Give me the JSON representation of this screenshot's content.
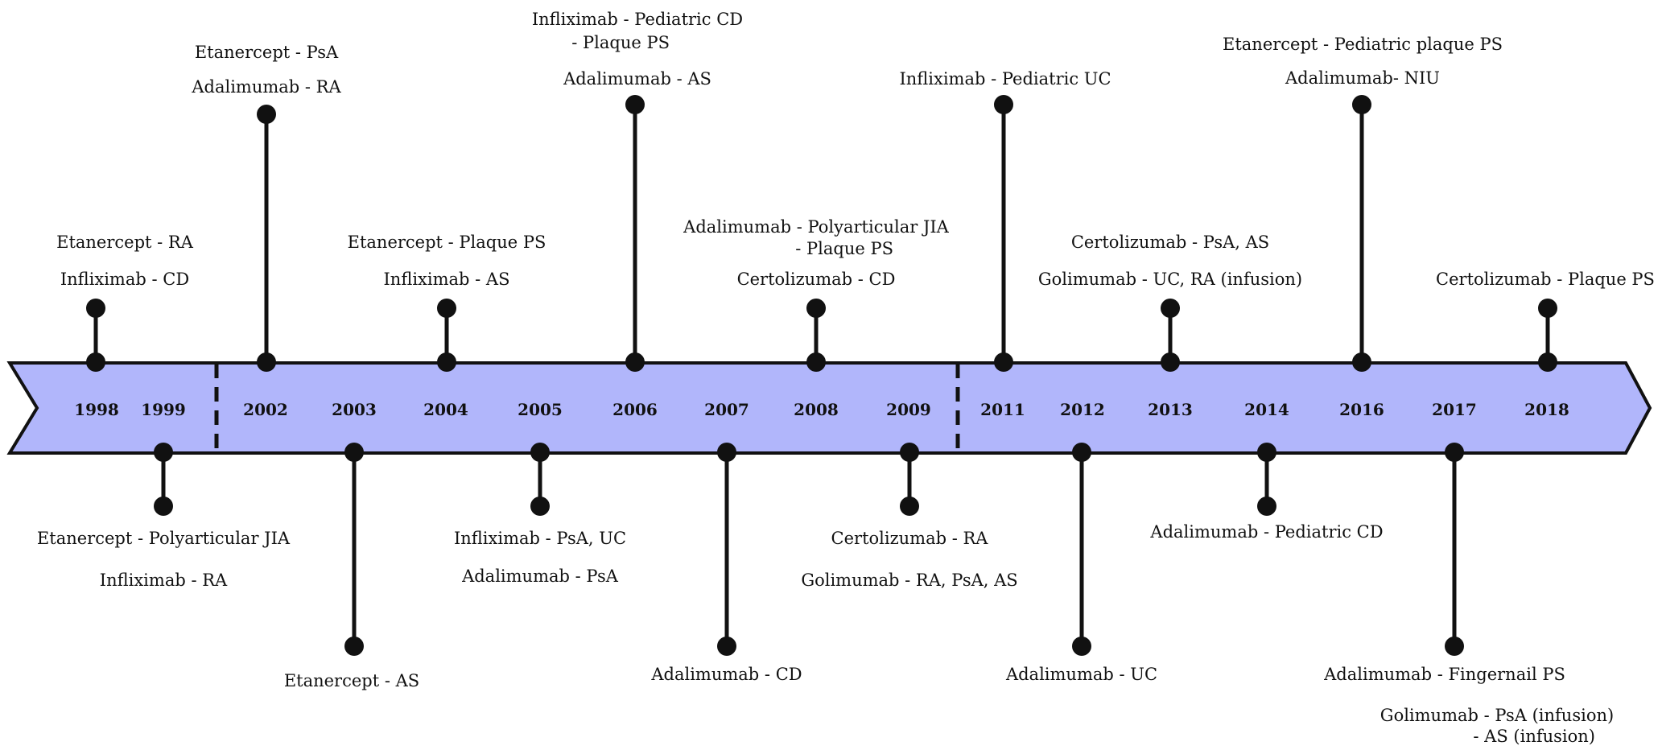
{
  "colors": {
    "arrow_fill": "#b1b6fb",
    "stroke": "#111111",
    "text": "#111111"
  },
  "years": [
    "1998",
    "1999",
    "2002",
    "2003",
    "2004",
    "2005",
    "2006",
    "2007",
    "2008",
    "2009",
    "2011",
    "2012",
    "2013",
    "2014",
    "2016",
    "2017",
    "2018"
  ],
  "events": [
    {
      "year": "1998",
      "side": "top",
      "stem": "short",
      "lines": [
        "Etanercept - RA",
        "Infliximab - CD"
      ]
    },
    {
      "year": "1999",
      "side": "bottom",
      "stem": "short",
      "lines": [
        "Etanercept - Polyarticular JIA",
        "Infliximab -  RA"
      ]
    },
    {
      "year": "2002",
      "side": "top",
      "stem": "long",
      "lines": [
        "Etanercept - PsA",
        "Adalimumab - RA"
      ]
    },
    {
      "year": "2003",
      "side": "bottom",
      "stem": "long",
      "lines": [
        "Etanercept - AS"
      ]
    },
    {
      "year": "2004",
      "side": "top",
      "stem": "short",
      "lines": [
        "Etanercept - Plaque PS",
        "Infliximab - AS"
      ]
    },
    {
      "year": "2005",
      "side": "bottom",
      "stem": "short",
      "lines": [
        "Infliximab - PsA, UC",
        "Adalimumab - PsA"
      ]
    },
    {
      "year": "2006",
      "side": "top",
      "stem": "long",
      "lines": [
        "Infliximab - Pediatric CD",
        "- Plaque PS",
        "Adalimumab - AS"
      ]
    },
    {
      "year": "2007",
      "side": "bottom",
      "stem": "long",
      "lines": [
        "Adalimumab - CD"
      ]
    },
    {
      "year": "2008",
      "side": "top",
      "stem": "short",
      "lines": [
        "Adalimumab - Polyarticular JIA",
        "- Plaque PS",
        "Certolizumab - CD"
      ]
    },
    {
      "year": "2009",
      "side": "bottom",
      "stem": "short",
      "lines": [
        "Certolizumab - RA",
        "Golimumab - RA, PsA, AS"
      ]
    },
    {
      "year": "2011",
      "side": "top",
      "stem": "long",
      "lines": [
        "Infliximab -  Pediatric UC"
      ]
    },
    {
      "year": "2012",
      "side": "bottom",
      "stem": "long",
      "lines": [
        "Adalimumab - UC"
      ]
    },
    {
      "year": "2013",
      "side": "top",
      "stem": "short",
      "lines": [
        "Certolizumab - PsA, AS",
        "Golimumab - UC, RA (infusion)"
      ]
    },
    {
      "year": "2014",
      "side": "bottom",
      "stem": "short",
      "lines": [
        "Adalimumab - Pediatric CD"
      ]
    },
    {
      "year": "2016",
      "side": "top",
      "stem": "long",
      "lines": [
        "Etanercept - Pediatric plaque PS",
        "Adalimumab- NIU"
      ]
    },
    {
      "year": "2017",
      "side": "bottom",
      "stem": "long",
      "lines": [
        "Adalimumab - Fingernail PS",
        "Golimumab - PsA (infusion)",
        "- AS (infusion)"
      ]
    },
    {
      "year": "2018",
      "side": "top",
      "stem": "short",
      "lines": [
        "Certolizumab - Plaque PS"
      ]
    }
  ]
}
